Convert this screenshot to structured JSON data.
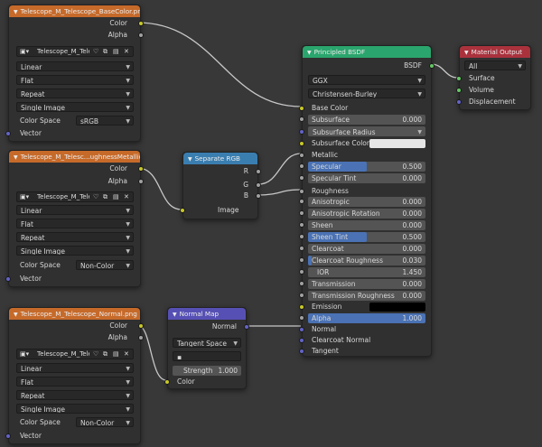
{
  "colors": {
    "texture_header": "#c66a2a",
    "converter_header": "#3a7eb0",
    "vector_header": "#5650b4",
    "shader_header": "#2aa56d",
    "output_header": "#a9323d",
    "socket_color": "#c7c729",
    "socket_float": "#a1a1a1",
    "socket_vector": "#6363c7",
    "socket_shader": "#63c763",
    "slider_fill": "#4a72b4",
    "link_line": "#c8c8c8"
  },
  "tex_base": {
    "title": "Telescope_M_Telescope_BaseColor.png",
    "out_color": "Color",
    "out_alpha": "Alpha",
    "image_name": "Telescope_M_Teles...",
    "interpolation": "Linear",
    "projection": "Flat",
    "extension": "Repeat",
    "source": "Single Image",
    "color_space_label": "Color Space",
    "color_space": "sRGB",
    "in_vector": "Vector"
  },
  "tex_rough": {
    "title": "Telescope_M_Telesc...ughnessMetallic.png",
    "out_color": "Color",
    "out_alpha": "Alpha",
    "image_name": "Telescope_M_Tele...",
    "interpolation": "Linear",
    "projection": "Flat",
    "extension": "Repeat",
    "source": "Single Image",
    "color_space_label": "Color Space",
    "color_space": "Non-Color",
    "in_vector": "Vector"
  },
  "tex_normal": {
    "title": "Telescope_M_Telescope_Normal.png",
    "out_color": "Color",
    "out_alpha": "Alpha",
    "image_name": "Telescope_M_Tele...",
    "interpolation": "Linear",
    "projection": "Flat",
    "extension": "Repeat",
    "source": "Single Image",
    "color_space_label": "Color Space",
    "color_space": "Non-Color",
    "in_vector": "Vector"
  },
  "sep_rgb": {
    "title": "Separate RGB",
    "out_r": "R",
    "out_g": "G",
    "out_b": "B",
    "in_image": "Image"
  },
  "normal_map": {
    "title": "Normal Map",
    "out_normal": "Normal",
    "space": "Tangent Space",
    "uv_map": "",
    "strength_label": "Strength",
    "strength_value": "1.000",
    "in_color": "Color"
  },
  "bsdf": {
    "title": "Principled BSDF",
    "out_bsdf": "BSDF",
    "distribution": "GGX",
    "subsurface_method": "Christensen-Burley",
    "base_color": "Base Color",
    "subsurface_label": "Subsurface",
    "subsurface": "0.000",
    "subsurface_radius": "Subsurface Radius",
    "subsurface_color": "Subsurface Color",
    "metallic": "Metallic",
    "specular_label": "Specular",
    "specular": "0.500",
    "specular_fill": 0.5,
    "specular_tint_label": "Specular Tint",
    "specular_tint": "0.000",
    "roughness": "Roughness",
    "anisotropic_label": "Anisotropic",
    "anisotropic": "0.000",
    "anisotropic_rotation_label": "Anisotropic Rotation",
    "anisotropic_rotation": "0.000",
    "sheen_label": "Sheen",
    "sheen": "0.000",
    "sheen_tint_label": "Sheen Tint",
    "sheen_tint": "0.500",
    "sheen_tint_fill": 0.5,
    "clearcoat_label": "Clearcoat",
    "clearcoat": "0.000",
    "clearcoat_roughness_label": "Clearcoat Roughness",
    "clearcoat_roughness": "0.030",
    "clearcoat_roughness_fill": 0.03,
    "ior_label": "IOR",
    "ior": "1.450",
    "transmission_label": "Transmission",
    "transmission": "0.000",
    "transmission_roughness_label": "Transmission Roughness",
    "transmission_roughness": "0.000",
    "emission": "Emission",
    "alpha_label": "Alpha",
    "alpha": "1.000",
    "alpha_fill": 1.0,
    "normal": "Normal",
    "clearcoat_normal": "Clearcoat Normal",
    "tangent": "Tangent",
    "subsurface_color_value": "#e6e6e6",
    "emission_color_value": "#000000"
  },
  "output": {
    "title": "Material Output",
    "target": "All",
    "surface": "Surface",
    "volume": "Volume",
    "displacement": "Displacement"
  }
}
